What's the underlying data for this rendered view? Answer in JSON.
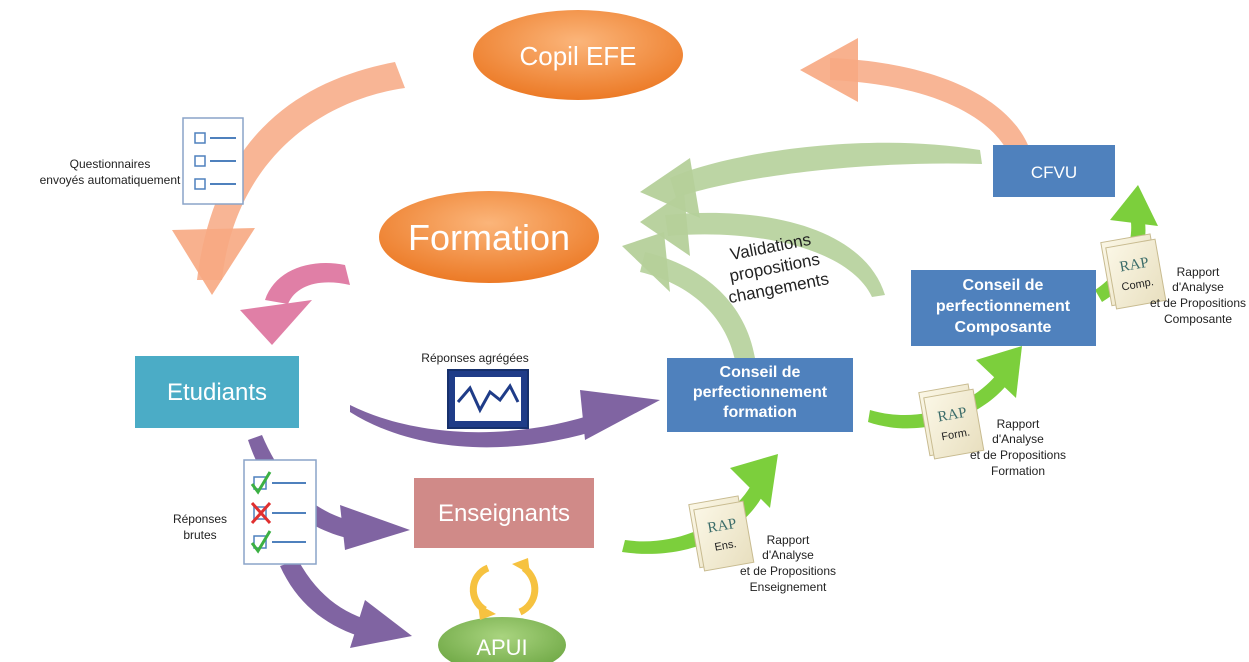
{
  "nodes": {
    "copil": "Copil EFE",
    "formation": "Formation",
    "etudiants": "Etudiants",
    "enseignants": "Enseignants",
    "apui": "APUI",
    "cfvu": "CFVU",
    "cpf": [
      "Conseil de",
      "perfectionnement",
      "formation"
    ],
    "cpc": [
      "Conseil de",
      "perfectionnement",
      "Composante"
    ]
  },
  "labels": {
    "questionnaires": [
      "Questionnaires",
      "envoyés automatiquement"
    ],
    "reponses_agregees": "Réponses agrégées",
    "reponses_brutes": [
      "Réponses",
      "brutes"
    ],
    "validations": [
      "Validations",
      "propositions",
      "changements"
    ]
  },
  "documents": {
    "ens": {
      "code": "RAP",
      "sub": "Ens.",
      "caption": [
        "Rapport",
        "d'Analyse",
        "et de Propositions",
        "Enseignement"
      ]
    },
    "form": {
      "code": "RAP",
      "sub": "Form.",
      "caption": [
        "Rapport",
        "d'Analyse",
        "et de Propositions",
        "Formation"
      ]
    },
    "comp": {
      "code": "RAP",
      "sub": "Comp.",
      "caption": [
        "Rapport",
        "d'Analyse",
        "et de Propositions",
        "Composante"
      ]
    }
  },
  "colors": {
    "orange_node": "#f08a3c",
    "blue_box": "#4f81bd",
    "teal_box": "#4bacc6",
    "rose_box": "#d08a88",
    "green_node": "#80b857",
    "arrow_salmon": "#f7a882",
    "arrow_green_light": "#b5d09a",
    "arrow_green": "#7ccf3c",
    "arrow_purple": "#8064a2",
    "arrow_pink": "#e07fa6",
    "arrow_yellow": "#f6c240"
  }
}
